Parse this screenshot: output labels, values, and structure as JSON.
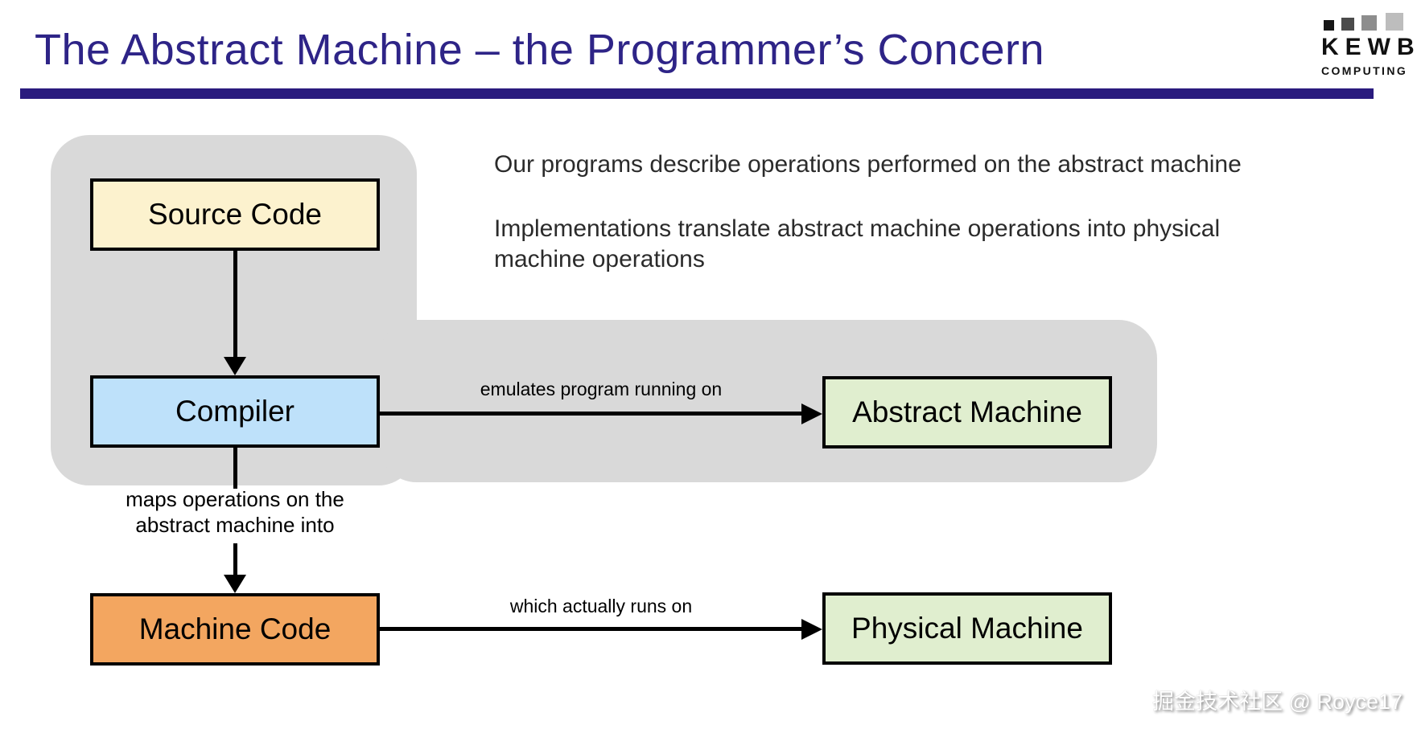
{
  "header": {
    "title": "The Abstract Machine – the Programmer’s Concern"
  },
  "logo": {
    "name": "KEWB",
    "subtitle": "COMPUTING"
  },
  "intro": {
    "paragraph1": "Our programs describe operations performed on the abstract machine",
    "paragraph2": "Implementations translate abstract machine operations into physical machine operations"
  },
  "diagram": {
    "nodes": [
      {
        "id": "source-code",
        "label": "Source Code",
        "fill": "#FCF2CE"
      },
      {
        "id": "compiler",
        "label": "Compiler",
        "fill": "#BEE1FA"
      },
      {
        "id": "machine-code",
        "label": "Machine Code",
        "fill": "#F3A660"
      },
      {
        "id": "abstract-machine",
        "label": "Abstract Machine",
        "fill": "#E0EECF"
      },
      {
        "id": "physical-machine",
        "label": "Physical Machine",
        "fill": "#E0EECF"
      }
    ],
    "edge_labels": {
      "emulates": "emulates program running on",
      "maps": "maps operations on the\nabstract machine into",
      "which": "which actually runs on"
    }
  },
  "watermark": "掘金技术社区 @ Royce17",
  "colors": {
    "title_text": "#2E2487",
    "title_rule": "#2A1B7E",
    "grey_blob": "#D9D9D9"
  }
}
